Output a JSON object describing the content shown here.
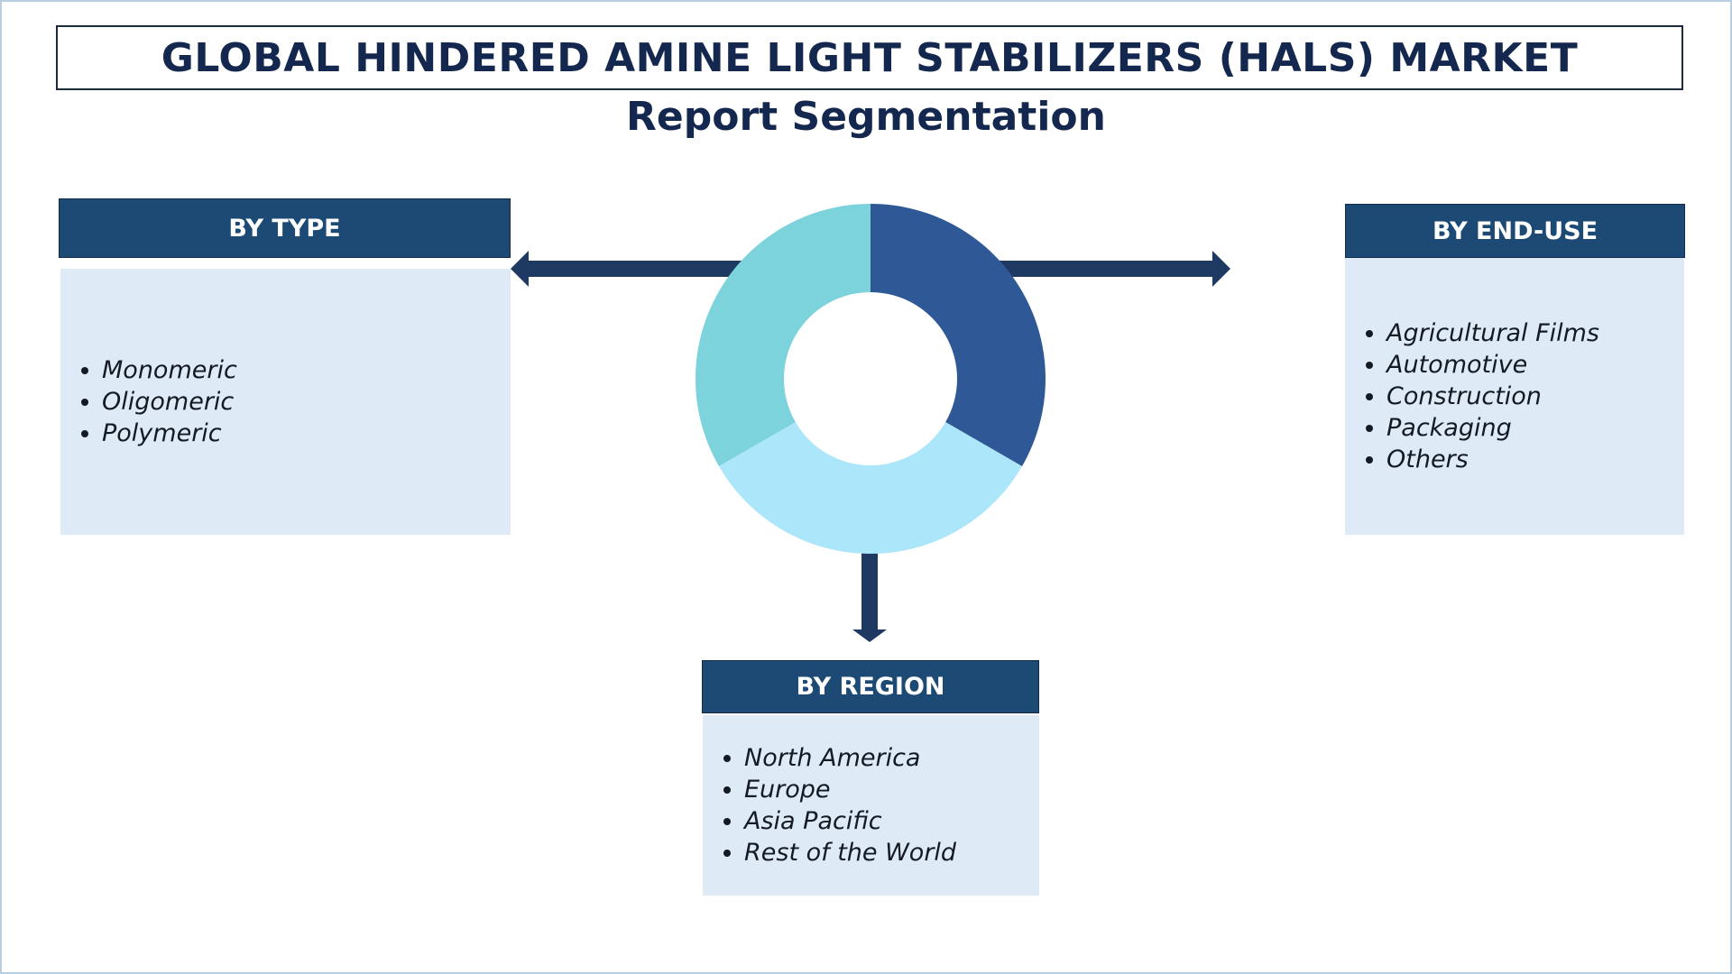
{
  "title": "GLOBAL HINDERED AMINE LIGHT STABILIZERS (HALS) MARKET",
  "subtitle": "Report Segmentation",
  "segments": {
    "type": {
      "header": "BY TYPE",
      "items": [
        "Monomeric",
        "Oligomeric",
        "Polymeric"
      ]
    },
    "end_use": {
      "header": "BY END-USE",
      "items": [
        "Agricultural Films",
        "Automotive",
        "Construction",
        "Packaging",
        "Others"
      ]
    },
    "region": {
      "header": "BY REGION",
      "items": [
        "North America",
        "Europe",
        "Asia Pacific",
        "Rest of the World"
      ]
    }
  },
  "colors": {
    "header_bg": "#1c4a75",
    "body_bg": "#deeaf6",
    "arrow": "#1e3a63",
    "donut": [
      "#2f5896",
      "#abe6fb",
      "#7dd3dc"
    ]
  }
}
